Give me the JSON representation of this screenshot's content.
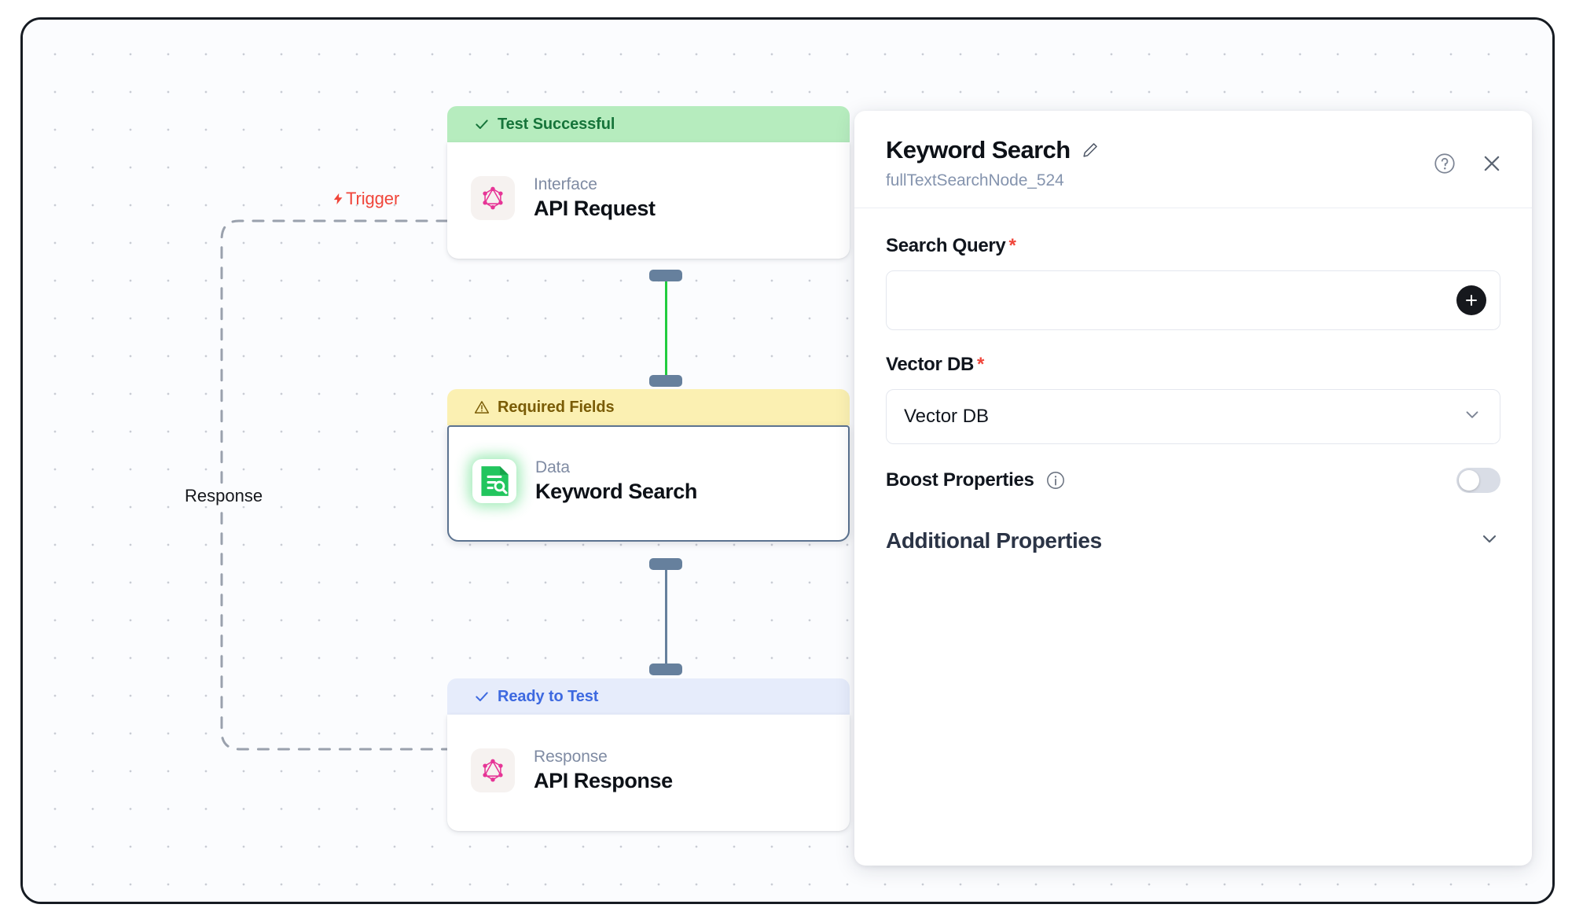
{
  "canvas": {
    "trigger_label": "Trigger",
    "response_label": "Response",
    "trigger_color": "#f0453a",
    "edge_active_color": "#21cc3e",
    "edge_idle_color": "#66809d"
  },
  "nodes": [
    {
      "status": "Test Successful",
      "status_icon": "check-icon",
      "kind": "Interface",
      "title": "API Request",
      "icon": "graphql-icon"
    },
    {
      "status": "Required Fields",
      "status_icon": "warning-triangle-icon",
      "kind": "Data",
      "title": "Keyword Search",
      "icon": "document-search-icon"
    },
    {
      "status": "Ready to Test",
      "status_icon": "check-icon",
      "kind": "Response",
      "title": "API Response",
      "icon": "graphql-icon"
    }
  ],
  "panel": {
    "title": "Keyword Search",
    "subtitle": "fullTextSearchNode_524",
    "edit_icon": "pencil-icon",
    "help_icon": "help-circle-icon",
    "close_icon": "close-icon",
    "fields": {
      "search_query": {
        "label": "Search Query",
        "required_mark": "*",
        "value": "",
        "placeholder": "",
        "add_icon": "plus-icon"
      },
      "vector_db": {
        "label": "Vector DB",
        "required_mark": "*",
        "value": "Vector DB",
        "chevron_icon": "chevron-down-icon"
      },
      "boost_properties": {
        "label": "Boost Properties",
        "info_icon": "info-icon",
        "enabled": false
      }
    },
    "additional_properties": {
      "title": "Additional Properties",
      "chevron_icon": "chevron-down-icon"
    }
  }
}
